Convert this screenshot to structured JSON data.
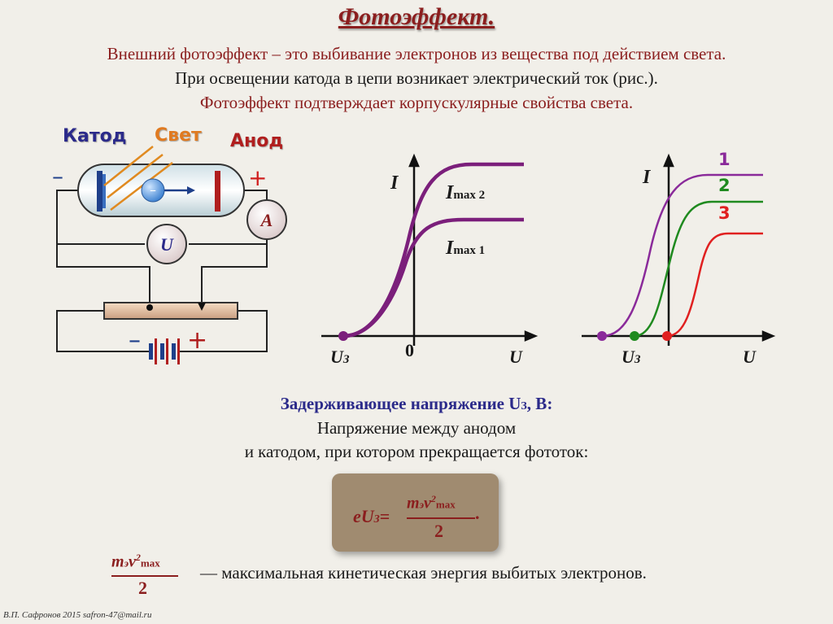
{
  "title": "Фотоэффект.",
  "intro": {
    "line1": "Внешний фотоэффект – это выбивание электронов из вещества под действием света.",
    "line2": "При освещении катода в цепи возникает электрический ток (рис.).",
    "line3": "Фотоэффект подтверждает корпускулярные свойства света."
  },
  "circuit": {
    "cathode_label": "Катод",
    "light_label": "Свет",
    "anode_label": "Анод",
    "minus": "–",
    "plus": "+",
    "ammeter": "A",
    "voltmeter": "U",
    "electron": "–"
  },
  "graph1": {
    "ylabel": "I",
    "xlabel": "U",
    "stop_label": "U",
    "stop_sub": "З",
    "origin": "0",
    "imax2": "I",
    "imax2_sub": "max 2",
    "imax1": "I",
    "imax1_sub": "max 1",
    "color": "#7b1f7b"
  },
  "graph2": {
    "ylabel": "I",
    "xlabel": "U",
    "stop_label": "U",
    "stop_sub": "З",
    "curves": [
      {
        "label": "1",
        "color": "#8a2a9a"
      },
      {
        "label": "2",
        "color": "#1f8a1f"
      },
      {
        "label": "3",
        "color": "#e02020"
      }
    ]
  },
  "definition": {
    "heading": "Задерживающее напряжение U",
    "heading_sub": "З",
    "heading_unit": ", В",
    "heading_end": ":",
    "line2": "Напряжение между анодом",
    "line3": "и катодом, при котором прекращается фототок:"
  },
  "formula": {
    "lhs": "eU",
    "lhs_sub": "З",
    "eq": "=",
    "num": "m",
    "num_sub": "э",
    "v": "v",
    "v_sup": "2",
    "v_sub": "max",
    "den": "2",
    "dot": "."
  },
  "energy": {
    "dash_text": "—  максимальная  кинетическая энергия выбитых электронов."
  },
  "footer": "В.П. Сафронов 2015 safron-47@mail.ru"
}
